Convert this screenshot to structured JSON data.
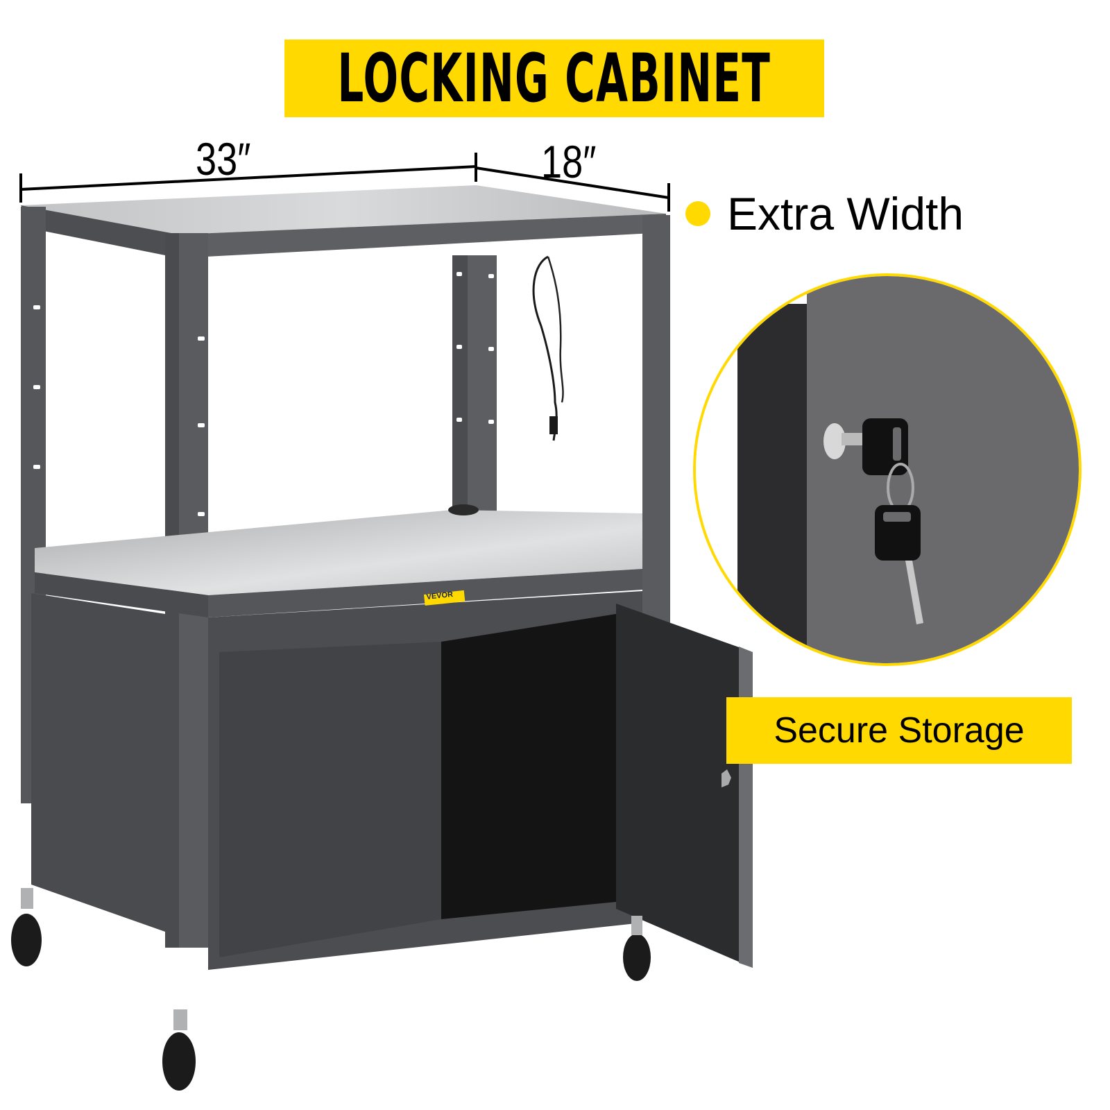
{
  "title": {
    "text": "LOCKING CABINET"
  },
  "dimensions": {
    "width": {
      "label": "33″"
    },
    "depth": {
      "label": "18″"
    }
  },
  "features": [
    {
      "label": "Extra Width",
      "icon": "bullet-dot"
    }
  ],
  "callout": {
    "label": "Secure Storage"
  },
  "brand": {
    "label": "VEVOR"
  },
  "colors": {
    "accent_yellow": "#FFD900",
    "frame_gray": "#5a5b5e",
    "cabinet_dark": "#3d3e41",
    "shelf_light": "#c8c9cb",
    "interior_black": "#141414",
    "text": "#000000"
  }
}
